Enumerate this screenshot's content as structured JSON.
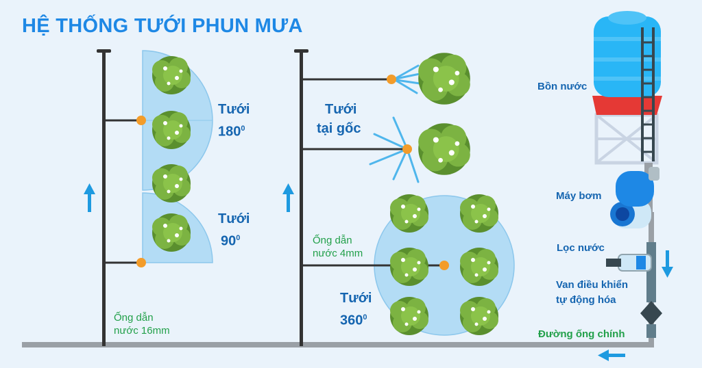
{
  "title": "HỆ THỐNG TƯỚI PHUN MƯA",
  "labels": {
    "tuoi180": {
      "line1": "Tưới",
      "line2": "180",
      "sup": "0"
    },
    "tuoi90": {
      "line1": "Tưới",
      "line2": "90",
      "sup": "0"
    },
    "tuoi_goc": {
      "line1": "Tưới",
      "line2": "tại gốc"
    },
    "tuoi360": {
      "line1": "Tưới",
      "line2": "360",
      "sup": "0"
    },
    "ong16": {
      "line1": "Ống dẫn",
      "line2": "nước 16mm"
    },
    "ong4": {
      "line1": "Ống dẫn",
      "line2": "nước 4mm"
    },
    "bon_nuoc": "Bồn nước",
    "may_bom": "Máy bơm",
    "loc_nuoc": "Lọc nước",
    "van": {
      "line1": "Van điều khiển",
      "line2": "tự động hóa"
    },
    "duong_ong": "Đường ống chính"
  },
  "colors": {
    "title": "#1e88e5",
    "label_blue": "#1565b0",
    "label_green": "#22a04a",
    "pipe_dark": "#333333",
    "pipe_main": "#9aa0a6",
    "spray_area": "#b3dcf5",
    "sprinkler": "#f39c2a",
    "arrow": "#1e9ae0",
    "bush": "#7cb342"
  }
}
